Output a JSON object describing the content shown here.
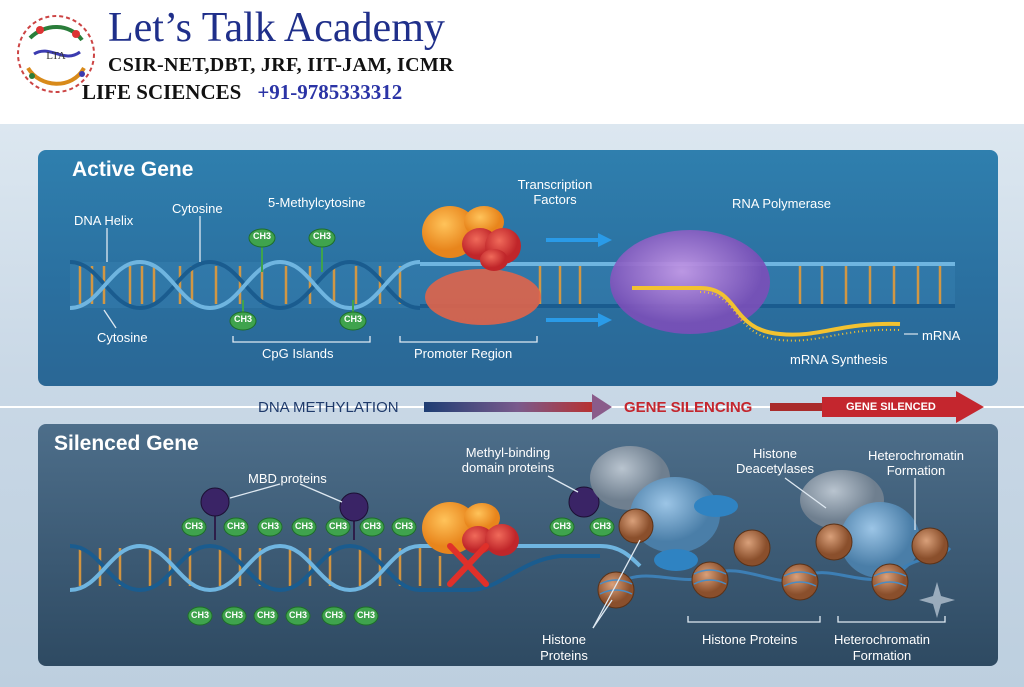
{
  "header": {
    "academy": "Let’s Talk Academy",
    "exams": "CSIR-NET,DBT, JRF, IIT-JAM, ICMR",
    "life": "LIFE SCIENCES",
    "phone": "+91-9785333312",
    "logo_text": "LTA"
  },
  "active": {
    "title": "Active Gene",
    "dna_helix": "DNA Helix",
    "cytosine_top": "Cytosine",
    "cytosine_bottom": "Cytosine",
    "methylcytosine": "5-Methylcytosine",
    "transcription_1": "Transcription",
    "transcription_2": "Factors",
    "rna_polymerase": "RNA Polymerase",
    "cpg": "CpG Islands",
    "promoter": "Promoter Region",
    "mrna_synthesis": "mRNA Synthesis",
    "mrna": "mRNA",
    "ch3": "CH3"
  },
  "flow": {
    "step1": "DNA METHYLATION",
    "step2": "GENE SILENCING",
    "step3": "GENE SILENCED"
  },
  "silenced": {
    "title": "Silenced Gene",
    "mbd": "MBD proteins",
    "methyl_binding_1": "Methyl-binding",
    "methyl_binding_2": "domain proteins",
    "hdac_1": "Histone",
    "hdac_2": "Deacetylases",
    "hetero_top_1": "Heterochromatin",
    "hetero_top_2": "Formation",
    "histone_left_1": "Histone",
    "histone_left_2": "Proteins",
    "histone_proteins": "Histone Proteins",
    "hetero_bottom_1": "Heterochromatin",
    "hetero_bottom_2": "Formation"
  },
  "colors": {
    "academy_blue": "#1f2f8a",
    "active_panel": "#2f7fae",
    "silenced_panel": "#3a5872",
    "gene_silencing_red": "#c4262e",
    "methyl_green": "#3fa34d"
  }
}
